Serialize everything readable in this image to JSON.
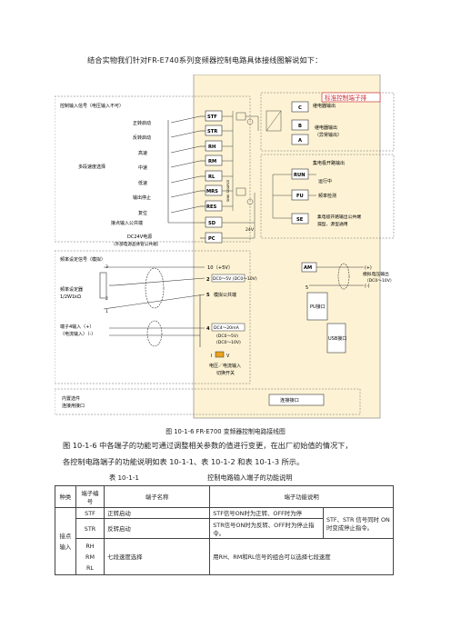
{
  "intro_text": "结合实物我们针对FR-E740系列变频器控制电路具体接线图解说如下：",
  "diagram": {
    "banner": "标准控制端子排",
    "left_labels": {
      "ctrl_input": "控制输入信号（电压输入不可）",
      "fwd": "正转启动",
      "rev": "反转启动",
      "high": "高速",
      "multi": "多段速度选择",
      "mid": "中速",
      "low": "低速",
      "out_stop": "输出停止",
      "reset": "复位",
      "common": "接点输入公共端",
      "dc24": "DC24V电源",
      "dc24_note": "（外部电源晶体管公共端）",
      "freq_set": "频率设定信号（模拟）",
      "pot": "频率设定器",
      "pot_spec": "1/2W1kΩ",
      "ain": "端子4输入（+）",
      "ain_note": "（电流输入）（-）"
    },
    "terminals_left": [
      "STF",
      "STR",
      "RH",
      "RM",
      "RL",
      "MRS",
      "RES",
      "SD",
      "PC"
    ],
    "sink_source": "SINK SOURCE",
    "v24": "24V",
    "analog": {
      "t10": "10（+5V）",
      "t2": "2",
      "t2_range": "DC0～5V (DC0～10V)",
      "t5": "5",
      "t5_label": "模拟公共端",
      "t4": "4",
      "t4_range": "DC4～20mA",
      "t4_alt1": "(DC0～5V)",
      "t4_alt2": "(DC0～10V)",
      "switch_label": "电压／电流输入",
      "switch_label2": "切换开关",
      "sw_i": "I",
      "sw_v": "V",
      "n1": "1",
      "n2": "2",
      "n3": "3"
    },
    "relay": {
      "terminals": [
        "C",
        "B",
        "A"
      ],
      "title": "继电器输出",
      "sub1": "继电器输出",
      "sub2": "（异常输出）"
    },
    "open_collector": {
      "title": "集电极开路输出",
      "terminals": [
        "RUN",
        "FU",
        "SE"
      ],
      "run_label": "运行中",
      "fu_label": "频率检测",
      "se_label1": "集电极开路输出公共端",
      "se_label2": "漏型、源型通用"
    },
    "am": {
      "terminal": "AM",
      "plus": "(+)",
      "minus": "(-)",
      "label": "模拟电压输出",
      "range": "（DC0～10V）",
      "five": "5"
    },
    "pu": "PU接口",
    "usb": "USB接口",
    "option": {
      "line1": "内置选件",
      "line2": "连接用接口",
      "connector": "连接接口"
    }
  },
  "figure_caption": "图 10-1-6    FR-E700 变频器控制电路接线图",
  "para1": "图 10-1-6 中各端子的功能可通过调整相关参数的值进行变更，在出厂初始值的情况下，",
  "para2": "各控制电路端子的功能说明如表 10-1-1、表 10-1-2 和表 10-1-3 所示。",
  "table_label": "表 10-1-1",
  "table_title": "控制电路输入端子的功能说明",
  "table": {
    "headers": {
      "kind": "种类",
      "term": "端子编号",
      "name": "端子名称",
      "func": "端子功能说明"
    },
    "group": "接点输入",
    "rows": [
      {
        "term": "STF",
        "name": "正转启动",
        "desc": "STF信号ON时为正转、OFF时为停"
      },
      {
        "term": "STR",
        "name": "反转启动",
        "desc": "STR信号ON时为反转、OFF时为停止指令。"
      },
      {
        "term": "RH RM RL",
        "name": "七段速度选择",
        "desc": "用RH、RM和RL信号的组合可以选择七段速度"
      }
    ],
    "shared": "STF、STR 信号同时 ON 时变成停止指令。"
  }
}
